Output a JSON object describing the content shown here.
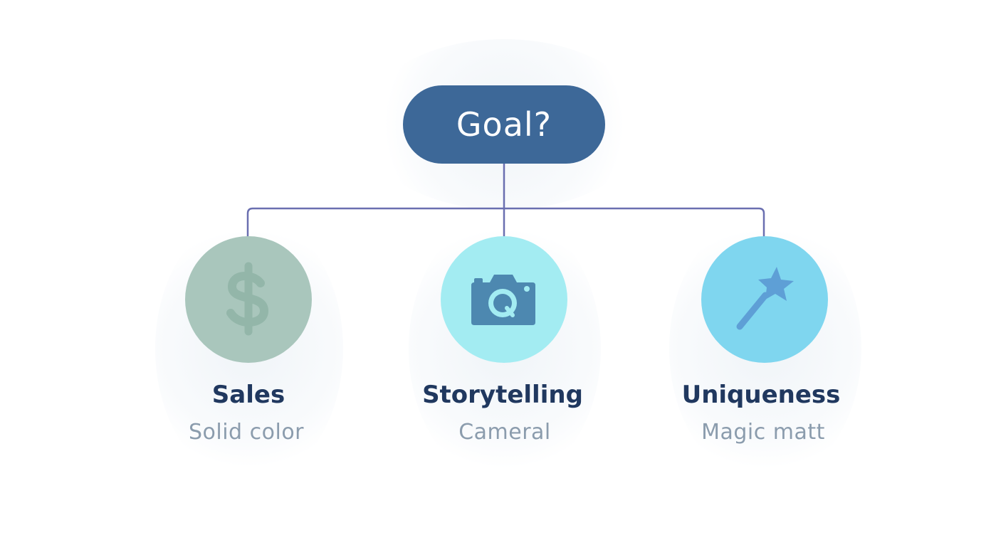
{
  "goal": {
    "label": "Goal?",
    "color": "#3d6898"
  },
  "connector_color": "#6a6fb0",
  "options": [
    {
      "title": "Sales",
      "subtitle": "Solid color",
      "icon": "dollar-sign-icon",
      "circle_color": "#a9c6bc",
      "icon_color": "#93b6a9"
    },
    {
      "title": "Storytelling",
      "subtitle": "Cameral",
      "icon": "camera-icon",
      "circle_color": "#a3ecf2",
      "icon_color": "#4d88b0"
    },
    {
      "title": "Uniqueness",
      "subtitle": "Magic matt",
      "icon": "magic-wand-icon",
      "circle_color": "#7fd6ef",
      "icon_color": "#5e9fd6"
    }
  ]
}
